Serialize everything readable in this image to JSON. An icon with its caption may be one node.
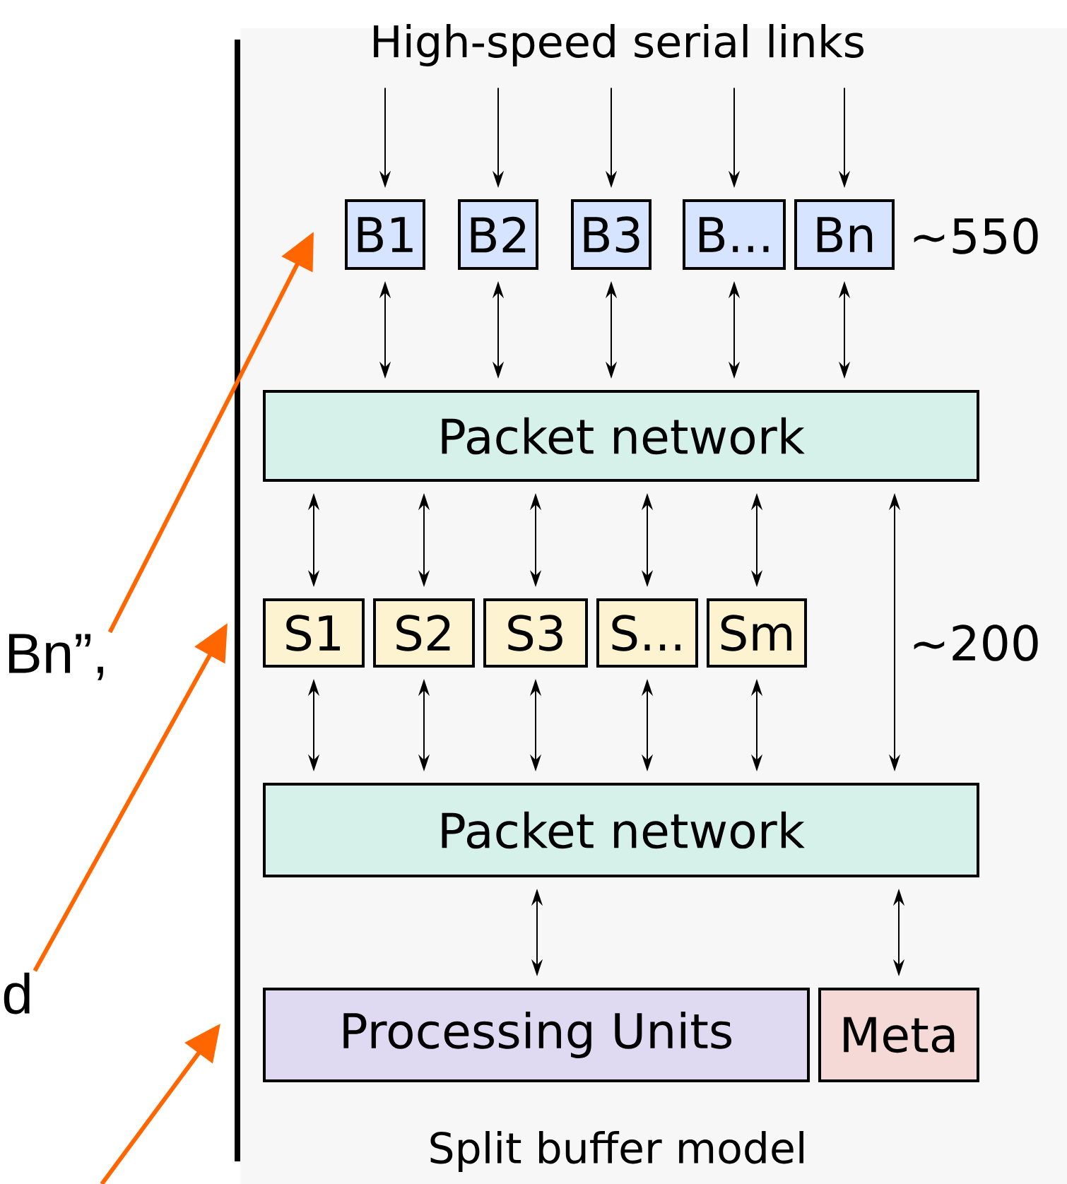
{
  "diagram": {
    "caption": "Split buffer model",
    "nodes": [
      {
        "text": [
          "High-speed serial links"
        ]
      },
      {
        "text": [
          "B1"
        ]
      },
      {
        "text": [
          "B2"
        ]
      },
      {
        "text": [
          "B3"
        ]
      },
      {
        "text": [
          "B..."
        ]
      },
      {
        "text": [
          "Bn"
        ]
      },
      {
        "text": [
          "Packet network"
        ]
      },
      {
        "text": [
          "S1"
        ]
      },
      {
        "text": [
          "S2"
        ]
      },
      {
        "text": [
          "S3"
        ]
      },
      {
        "text": [
          "S..."
        ]
      },
      {
        "text": [
          "Sm"
        ]
      },
      {
        "text": [
          "Packet network"
        ]
      },
      {
        "text": [
          "Processing Units"
        ]
      },
      {
        "text": [
          "Meta"
        ]
      },
      {
        "text": [
          "Bn”,"
        ]
      },
      {
        "text": [
          "d"
        ]
      }
    ],
    "edges": [
      {
        "from": 0,
        "to": 1,
        "arrow": "to"
      },
      {
        "from": 0,
        "to": 2,
        "arrow": "to"
      },
      {
        "from": 0,
        "to": 3,
        "arrow": "to"
      },
      {
        "from": 0,
        "to": 4,
        "arrow": "to"
      },
      {
        "from": 0,
        "to": 5,
        "arrow": "to"
      },
      {
        "from": 1,
        "to": 6,
        "arrow": "both"
      },
      {
        "from": 2,
        "to": 6,
        "arrow": "both"
      },
      {
        "from": 3,
        "to": 6,
        "arrow": "both"
      },
      {
        "from": 4,
        "to": 6,
        "arrow": "both"
      },
      {
        "from": 5,
        "to": 6,
        "arrow": "both"
      },
      {
        "from": 6,
        "to": 7,
        "arrow": "both"
      },
      {
        "from": 6,
        "to": 8,
        "arrow": "both"
      },
      {
        "from": 6,
        "to": 9,
        "arrow": "both"
      },
      {
        "from": 6,
        "to": 10,
        "arrow": "both"
      },
      {
        "from": 6,
        "to": 11,
        "arrow": "both"
      },
      {
        "from": 7,
        "to": 12,
        "arrow": "both"
      },
      {
        "from": 8,
        "to": 12,
        "arrow": "both"
      },
      {
        "from": 9,
        "to": 12,
        "arrow": "both"
      },
      {
        "from": 10,
        "to": 12,
        "arrow": "both"
      },
      {
        "from": 11,
        "to": 12,
        "arrow": "both"
      },
      {
        "from": 6,
        "to": 12,
        "arrow": "both"
      },
      {
        "from": 12,
        "to": 13,
        "arrow": "both"
      },
      {
        "from": 12,
        "to": 14,
        "arrow": "both"
      },
      {
        "from": 15,
        "to": 1,
        "arrow": "to",
        "style": "thick",
        "color": "#ff6600"
      },
      {
        "from": 16,
        "to": 7,
        "arrow": "to",
        "style": "thick",
        "color": "#ff6600"
      },
      {
        "from": null,
        "to": 13,
        "arrow": "to",
        "style": "thick",
        "color": "#ff6600"
      }
    ],
    "labels": [
      "~550",
      "~200"
    ]
  }
}
